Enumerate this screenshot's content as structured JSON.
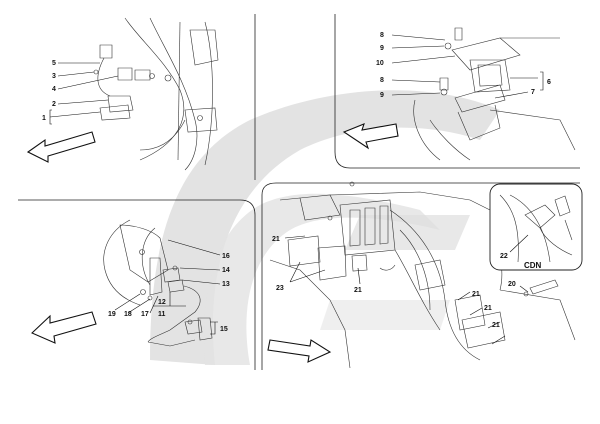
{
  "colors": {
    "background": "#ffffff",
    "line": "#222222",
    "watermark": "#d4d4d4"
  },
  "watermark": {
    "type": "logo-swirl-graphic"
  },
  "panels": {
    "top_left": {
      "labels": [
        "5",
        "3",
        "4",
        "2",
        "1"
      ]
    },
    "top_right": {
      "labels": [
        "8",
        "9",
        "10",
        "8",
        "9",
        "6",
        "7"
      ]
    },
    "bottom_left": {
      "labels": [
        "16",
        "14",
        "13",
        "19",
        "18",
        "17",
        "12",
        "11",
        "15"
      ]
    },
    "bottom_right": {
      "labels": [
        "21",
        "23",
        "21",
        "21",
        "21",
        "21",
        "20",
        "22"
      ],
      "inset_caption": "CDN"
    }
  }
}
